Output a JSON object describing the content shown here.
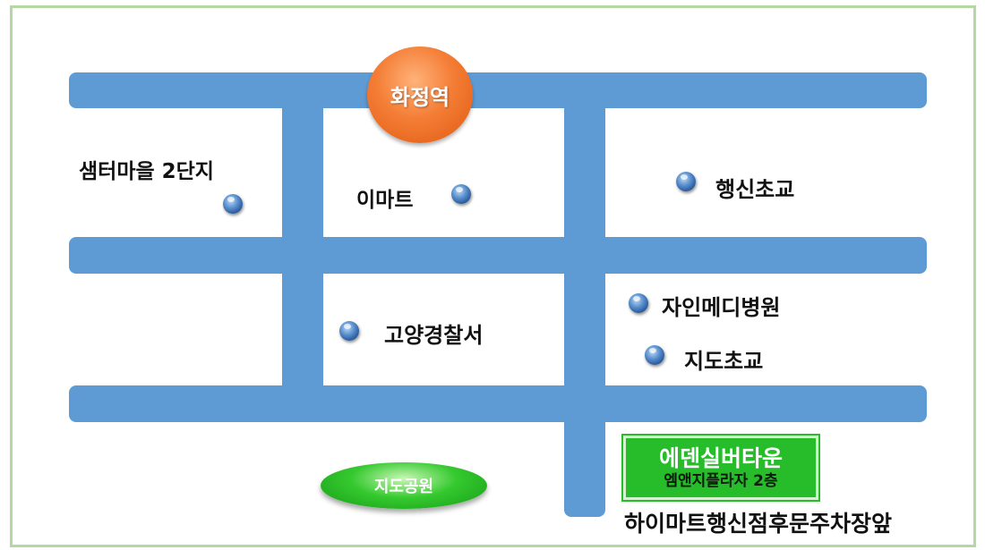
{
  "title": "화정역",
  "landmarks": {
    "samter": "샘터마을 2단지",
    "emart": "이마트",
    "haengsin_school": "행신초교",
    "police": "고양경찰서",
    "jain_hospital": "자인메디병원",
    "jido_school": "지도초교",
    "jido_park": "지도공원",
    "parking": "하이마트행신점후문주차장앞"
  },
  "destination": {
    "name": "에덴실버타운",
    "detail": "엠앤지플라자 2층"
  },
  "colors": {
    "road": "#5e9bd5",
    "station": "#f47d35",
    "park": "#35c92f",
    "destination": "#26bc2a",
    "frame": "#b5d7a3"
  },
  "icons": [
    "blue-marker-icon"
  ]
}
